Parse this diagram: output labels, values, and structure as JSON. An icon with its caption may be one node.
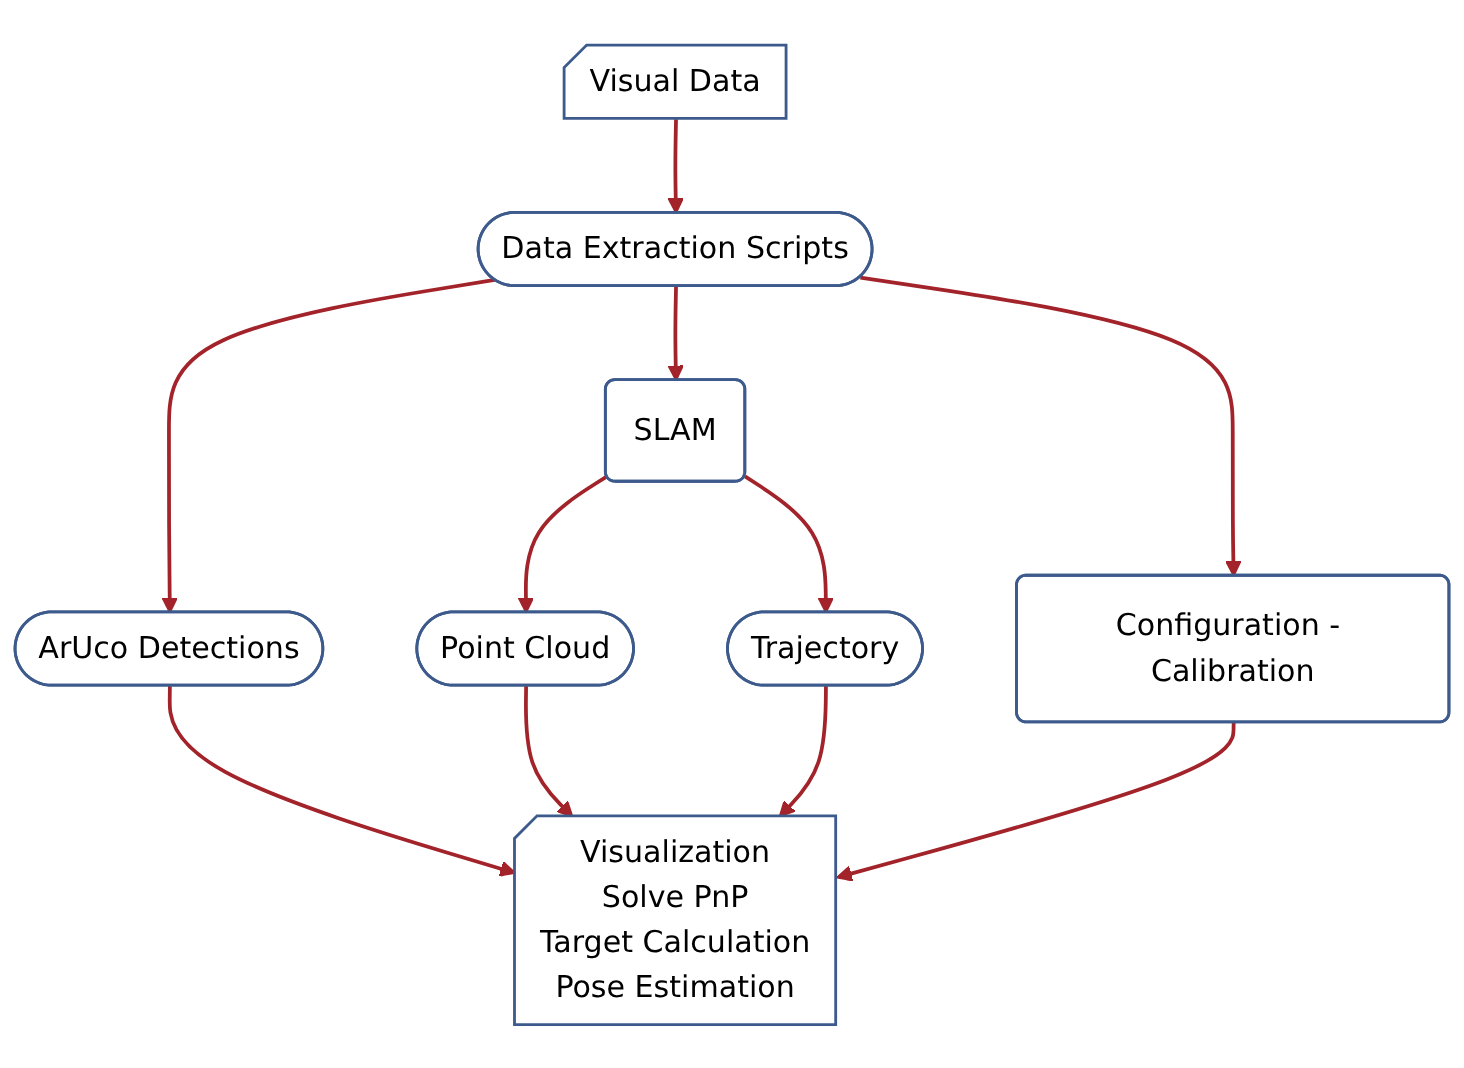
{
  "diagram": {
    "nodes": [
      {
        "text": [
          "Visual Data"
        ]
      },
      {
        "text": [
          "Data Extraction Scripts"
        ]
      },
      {
        "text": [
          "Configuration - Calibration"
        ]
      },
      {
        "text": [
          "Visualization",
          "Solve PnP",
          "Target Calculation",
          "Pose Estimation"
        ]
      },
      {
        "text": [
          "ArUco Detections"
        ]
      },
      {
        "text": [
          "SLAM"
        ]
      },
      {
        "text": [
          "Point Cloud"
        ]
      },
      {
        "text": [
          "Trajectory"
        ]
      }
    ],
    "edges": [
      {
        "from": 0,
        "to": 1,
        "arrow": "to"
      },
      {
        "from": 1,
        "to": 2,
        "arrow": "to"
      },
      {
        "from": 1,
        "to": 4,
        "arrow": "to"
      },
      {
        "from": 1,
        "to": 5,
        "arrow": "to"
      },
      {
        "from": 4,
        "to": 3,
        "arrow": "to"
      },
      {
        "from": 5,
        "to": 6,
        "arrow": "to"
      },
      {
        "from": 5,
        "to": 7,
        "arrow": "to"
      },
      {
        "from": 6,
        "to": 3,
        "arrow": "to"
      },
      {
        "from": 7,
        "to": 3,
        "arrow": "to"
      },
      {
        "from": 2,
        "to": 3,
        "arrow": "to"
      }
    ]
  }
}
